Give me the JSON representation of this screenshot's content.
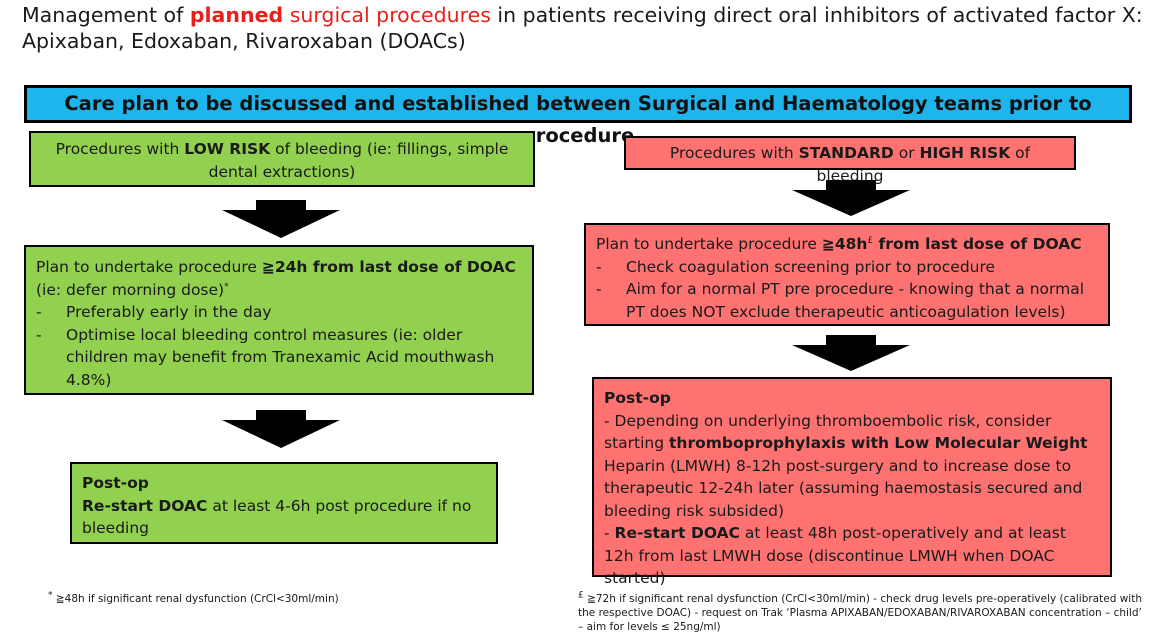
{
  "title": {
    "pre": "Management of ",
    "planned": "planned",
    "space": " ",
    "surgical": "surgical procedures",
    "rest_line1": " in patients receiving direct oral inhibitors of activated factor X:",
    "line2": "Apixaban, Edoxaban, Rivaroxaban (DOACs)"
  },
  "banner": "Care plan to be discussed and established between Surgical and Haematology teams prior to procedure",
  "low": {
    "header_pre": "Procedures with ",
    "header_bold": "LOW RISK",
    "header_post": " of bleeding (ie: fillings, simple dental extractions)",
    "plan_pre": "Plan to undertake procedure ",
    "plan_bold": "≧24h from last dose of DOAC",
    "plan_defer": "(ie: defer morning dose)",
    "plan_sup": "*",
    "bullets": [
      "Preferably early in the day",
      "Optimise local bleeding control measures (ie: older children may benefit from Tranexamic Acid mouthwash 4.8%)"
    ],
    "postop_title": "Post-op",
    "postop_bold": "Re-start DOAC",
    "postop_rest": " at least 4-6h post procedure if no bleeding"
  },
  "high": {
    "header_pre": "Procedures with ",
    "header_bold": "STANDARD",
    "header_mid": " or ",
    "header_bold2": "HIGH RISK",
    "header_post": " of bleeding",
    "plan_pre": "Plan to undertake procedure ",
    "plan_bold": "≧48h",
    "plan_sup": "£",
    "plan_bold2": " from last dose of DOAC",
    "bullets": [
      "Check coagulation screening prior to procedure",
      "Aim for a normal PT pre procedure - knowing that a normal PT does NOT exclude therapeutic anticoagulation levels)"
    ],
    "postop_title": "Post-op",
    "postop_p1_pre": "- Depending on underlying thromboembolic risk, consider starting ",
    "postop_p1_bold": "thromboprophylaxis with Low Molecular Weight",
    "postop_p1_post": " Heparin (LMWH) 8-12h post-surgery and to increase dose to therapeutic 12-24h later (assuming haemostasis secured and bleeding risk subsided)",
    "postop_p2_pre": "- ",
    "postop_p2_bold": "Re-start DOAC",
    "postop_p2_post": " at least 48h post-operatively and at least 12h from last LMWH dose (discontinue LMWH when DOAC started)"
  },
  "footnotes": {
    "left_sup": "*",
    "left": " ≧48h if significant renal dysfunction (CrCl<30ml/min)",
    "right_sup": "£",
    "right": " ≧72h if significant renal dysfunction (CrCl<30ml/min) - check drug levels pre-operatively (calibrated with the respective DOAC) - request on Trak ‘Plasma APIXABAN/EDOXABAN/RIVAROXABAN concentration – child’ – aim for levels ≤ 25ng/ml)"
  },
  "colors": {
    "banner": "#1eb4ec",
    "low_risk": "#92d050",
    "high_risk": "#ff7272",
    "title_accent": "#e8201c"
  }
}
